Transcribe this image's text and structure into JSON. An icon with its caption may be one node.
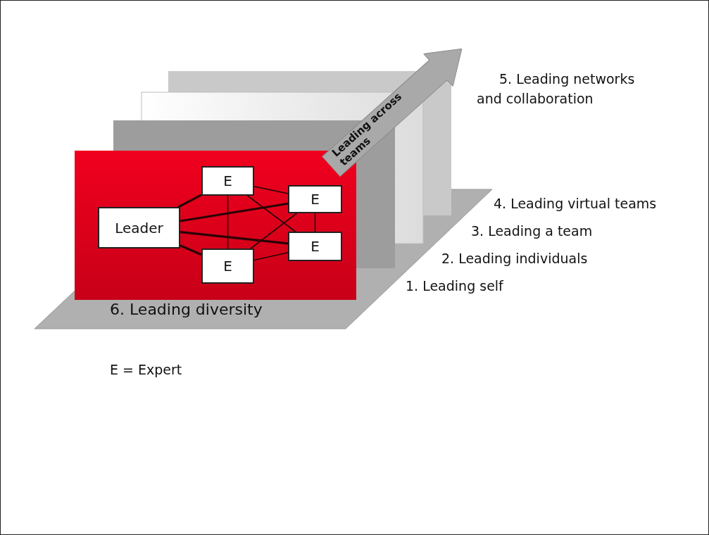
{
  "diagram": {
    "nodes": [
      {
        "text": [
          "Leader"
        ]
      },
      {
        "text": [
          "E"
        ]
      },
      {
        "text": [
          "E"
        ]
      },
      {
        "text": [
          "E"
        ]
      },
      {
        "text": [
          "E"
        ]
      },
      {
        "text": [
          "Leading across teams"
        ]
      }
    ],
    "edges": [
      {
        "from": 0,
        "to": 1,
        "arrow": "none",
        "style": "thick"
      },
      {
        "from": 0,
        "to": 3,
        "arrow": "none",
        "style": "thick"
      },
      {
        "from": 0,
        "to": 4,
        "arrow": "none",
        "style": "thick"
      },
      {
        "from": 0,
        "to": 2,
        "arrow": "none",
        "style": "thick"
      },
      {
        "from": 1,
        "to": 2,
        "arrow": "none"
      },
      {
        "from": 1,
        "to": 3,
        "arrow": "none"
      },
      {
        "from": 1,
        "to": 4,
        "arrow": "none"
      },
      {
        "from": 2,
        "to": 3,
        "arrow": "none"
      },
      {
        "from": 2,
        "to": 4,
        "arrow": "none"
      },
      {
        "from": 3,
        "to": 4,
        "arrow": "none"
      }
    ],
    "labels": [
      "5. Leading networks and collaboration",
      "4. Leading virtual teams",
      "3. Leading a team",
      "2. Leading individuals",
      "1. Leading self",
      "6. Leading diversity",
      "E = Expert"
    ]
  }
}
